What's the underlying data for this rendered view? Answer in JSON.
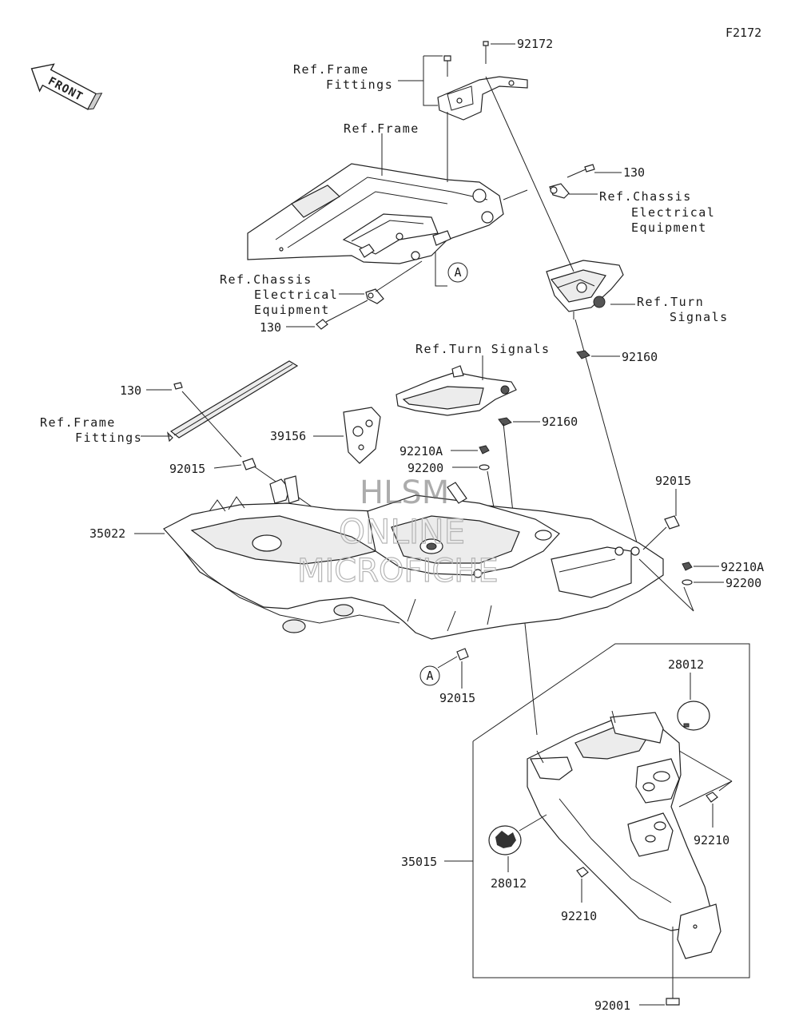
{
  "figure_code": "F2172",
  "front_arrow_label": "FRONT",
  "watermark": {
    "line1": "HLSM",
    "line2": "ONLINE",
    "line3": "MICROFICHE"
  },
  "callout_marker": "A",
  "labels": {
    "ref_frame_fittings_top": [
      "Ref.Frame",
      "Fittings"
    ],
    "ref_frame": "Ref.Frame",
    "ref_chassis_electrical_right": [
      "Ref.Chassis",
      "Electrical",
      "Equipment"
    ],
    "ref_chassis_electrical_left": [
      "Ref.Chassis",
      "Electrical",
      "Equipment"
    ],
    "ref_turn_signals_right": [
      "Ref.Turn",
      "Signals"
    ],
    "ref_turn_signals_center": "Ref.Turn Signals",
    "ref_frame_fittings_left": [
      "Ref.Frame",
      "Fittings"
    ]
  },
  "part_numbers": {
    "p92172": "92172",
    "p130_right": "130",
    "p130_left_upper": "130",
    "p130_left": "130",
    "p92160_right": "92160",
    "p92160_center": "92160",
    "p39156": "39156",
    "p92210A_center": "92210A",
    "p92200_center": "92200",
    "p92015_left": "92015",
    "p92015_right": "92015",
    "p92210A_right": "92210A",
    "p92200_right": "92200",
    "p35022": "35022",
    "p92015_bottom": "92015",
    "p28012_right": "28012",
    "p28012_left": "28012",
    "p92210_right": "92210",
    "p92210_center": "92210",
    "p35015": "35015",
    "p92001": "92001"
  }
}
